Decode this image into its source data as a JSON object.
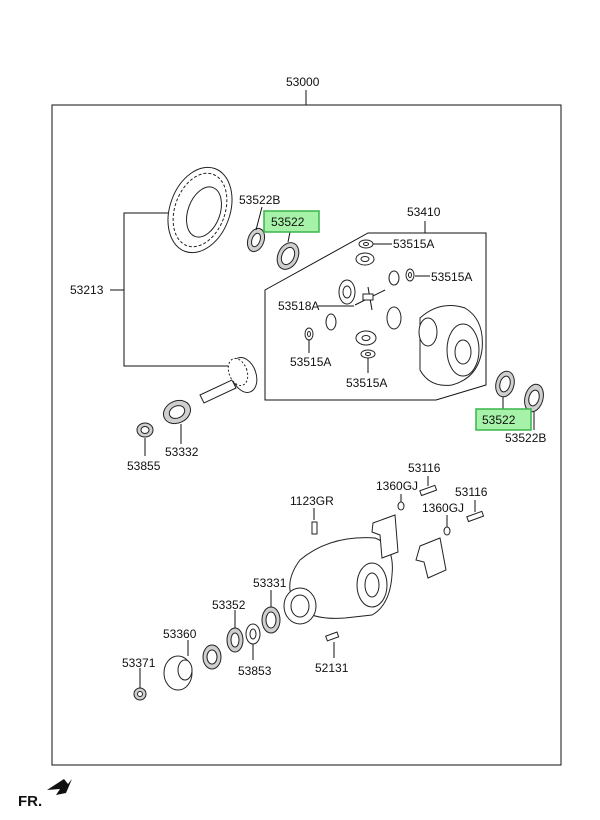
{
  "diagram": {
    "assembly_label": "53000",
    "direction_label": "FR.",
    "labels": {
      "p53213": "53213",
      "p53522B_top": "53522B",
      "p53522_top": "53522",
      "p53410": "53410",
      "p53515A_1": "53515A",
      "p53515A_2": "53515A",
      "p53518A": "53518A",
      "p53515A_3": "53515A",
      "p53515A_4": "53515A",
      "p53522_bottom": "53522",
      "p53522B_bottom": "53522B",
      "p53855": "53855",
      "p53332": "53332",
      "p53116_1": "53116",
      "p1360GJ_1": "1360GJ",
      "p53116_2": "53116",
      "p1123GR": "1123GR",
      "p1360GJ_2": "1360GJ",
      "p53331": "53331",
      "p53352": "53352",
      "p53360": "53360",
      "p53371": "53371",
      "p53853": "53853",
      "p52131": "52131"
    },
    "highlight_color": "#a6f2a8",
    "highlight_border": "#39b54a"
  }
}
